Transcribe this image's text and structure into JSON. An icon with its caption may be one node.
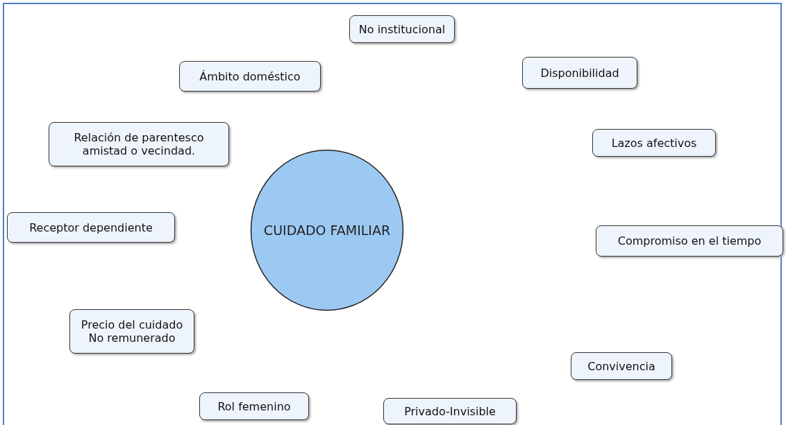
{
  "diagram": {
    "nodes": [
      {
        "text": [
          "CUIDADO FAMILIAR"
        ]
      },
      {
        "text": [
          "No institucional"
        ]
      },
      {
        "text": [
          "Ámbito doméstico"
        ]
      },
      {
        "text": [
          "Disponibilidad"
        ]
      },
      {
        "text": [
          "Relación de parentesco amistad o vecindad."
        ]
      },
      {
        "text": [
          "Lazos afectivos"
        ]
      },
      {
        "text": [
          "Receptor dependiente"
        ]
      },
      {
        "text": [
          "Compromiso en el tiempo"
        ]
      },
      {
        "text": [
          "Precio del cuidado No remunerado"
        ]
      },
      {
        "text": [
          "Convivencia"
        ]
      },
      {
        "text": [
          "Rol femenino"
        ]
      },
      {
        "text": [
          "Privado-Invisible"
        ]
      }
    ],
    "edges": []
  }
}
